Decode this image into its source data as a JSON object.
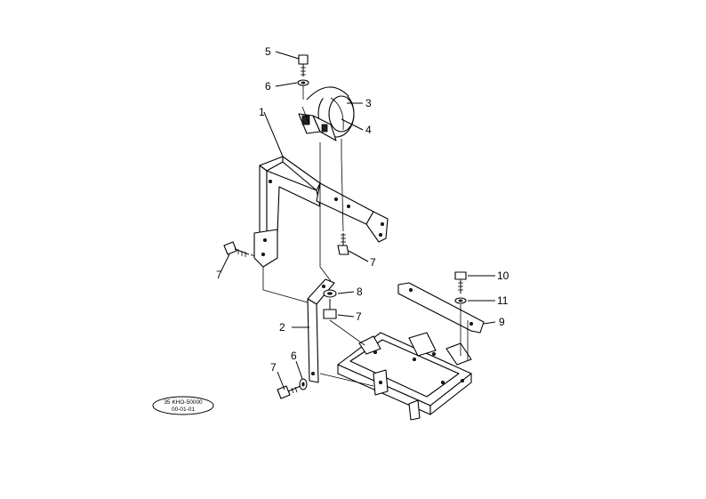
{
  "diagram": {
    "callouts": {
      "c1": "1",
      "c2": "2",
      "c3": "3",
      "c4": "4",
      "c5": "5",
      "c6a": "6",
      "c6b": "6",
      "c7a": "7",
      "c7b": "7",
      "c7c": "7",
      "c7d": "7",
      "c8": "8",
      "c9": "9",
      "c10": "10",
      "c11": "11"
    },
    "stamp": {
      "line1": "35 KHO-50000",
      "line2": "00-01-01"
    }
  }
}
